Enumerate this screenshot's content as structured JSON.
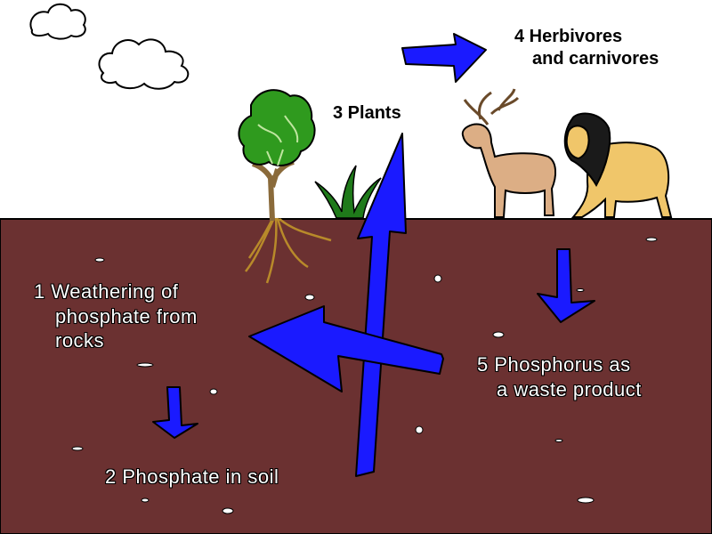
{
  "diagram": {
    "steps": [
      {
        "id": "weathering",
        "lines": [
          "1 Weathering of",
          "phosphate from",
          "rocks"
        ]
      },
      {
        "id": "soil",
        "lines": [
          "2 Phosphate in soil"
        ]
      },
      {
        "id": "plants",
        "lines": [
          "3  Plants"
        ]
      },
      {
        "id": "animals",
        "lines": [
          "4 Herbivores",
          "and carnivores"
        ]
      },
      {
        "id": "waste",
        "lines": [
          "5 Phosphorus as",
          "a waste product"
        ]
      }
    ],
    "colors": {
      "sky": "#ffffff",
      "soil": "#6b3131",
      "arrow": "#1a1aff",
      "label_soil": "#ffffff",
      "label_sky": "#000000"
    },
    "icons": [
      "cloud-icon",
      "tree-icon",
      "grass-icon",
      "deer-icon",
      "lion-icon",
      "rock-icon",
      "arrow-icon"
    ]
  }
}
